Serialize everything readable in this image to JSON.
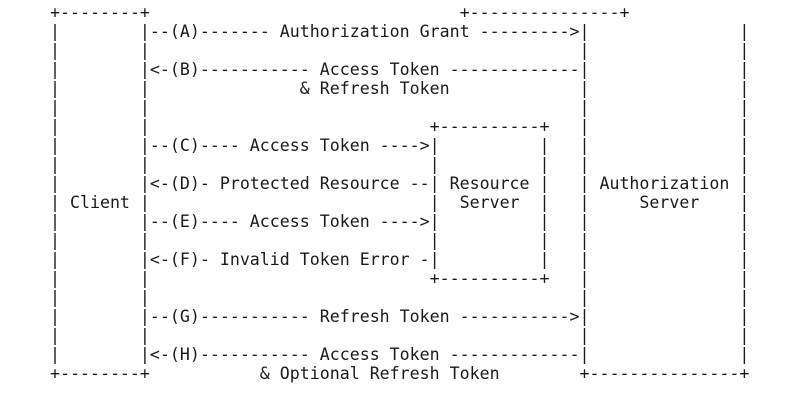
{
  "diagram": {
    "lines": [
      "+--------+                               +---------------+",
      "|        |--(A)------- Authorization Grant --------->|               |",
      "|        |                                           |               |",
      "|        |<-(B)----------- Access Token -------------|               |",
      "|        |               & Refresh Token             |               |",
      "|        |                                           |               |",
      "|        |                            +----------+   |               |",
      "|        |--(C)---- Access Token ---->|          |   |               |",
      "|        |                            |          |   |               |",
      "|        |<-(D)- Protected Resource --| Resource |   | Authorization |",
      "| Client |                            |  Server  |   |     Server    |",
      "|        |--(E)---- Access Token ---->|          |   |               |",
      "|        |                            |          |   |               |",
      "|        |<-(F)- Invalid Token Error -|          |   |               |",
      "|        |                            +----------+   |               |",
      "|        |                                           |               |",
      "|        |--(G)----------- Refresh Token ----------->|               |",
      "|        |                                           |               |",
      "|        |<-(H)----------- Access Token -------------|               |",
      "+--------+           & Optional Refresh Token        +---------------+"
    ]
  }
}
